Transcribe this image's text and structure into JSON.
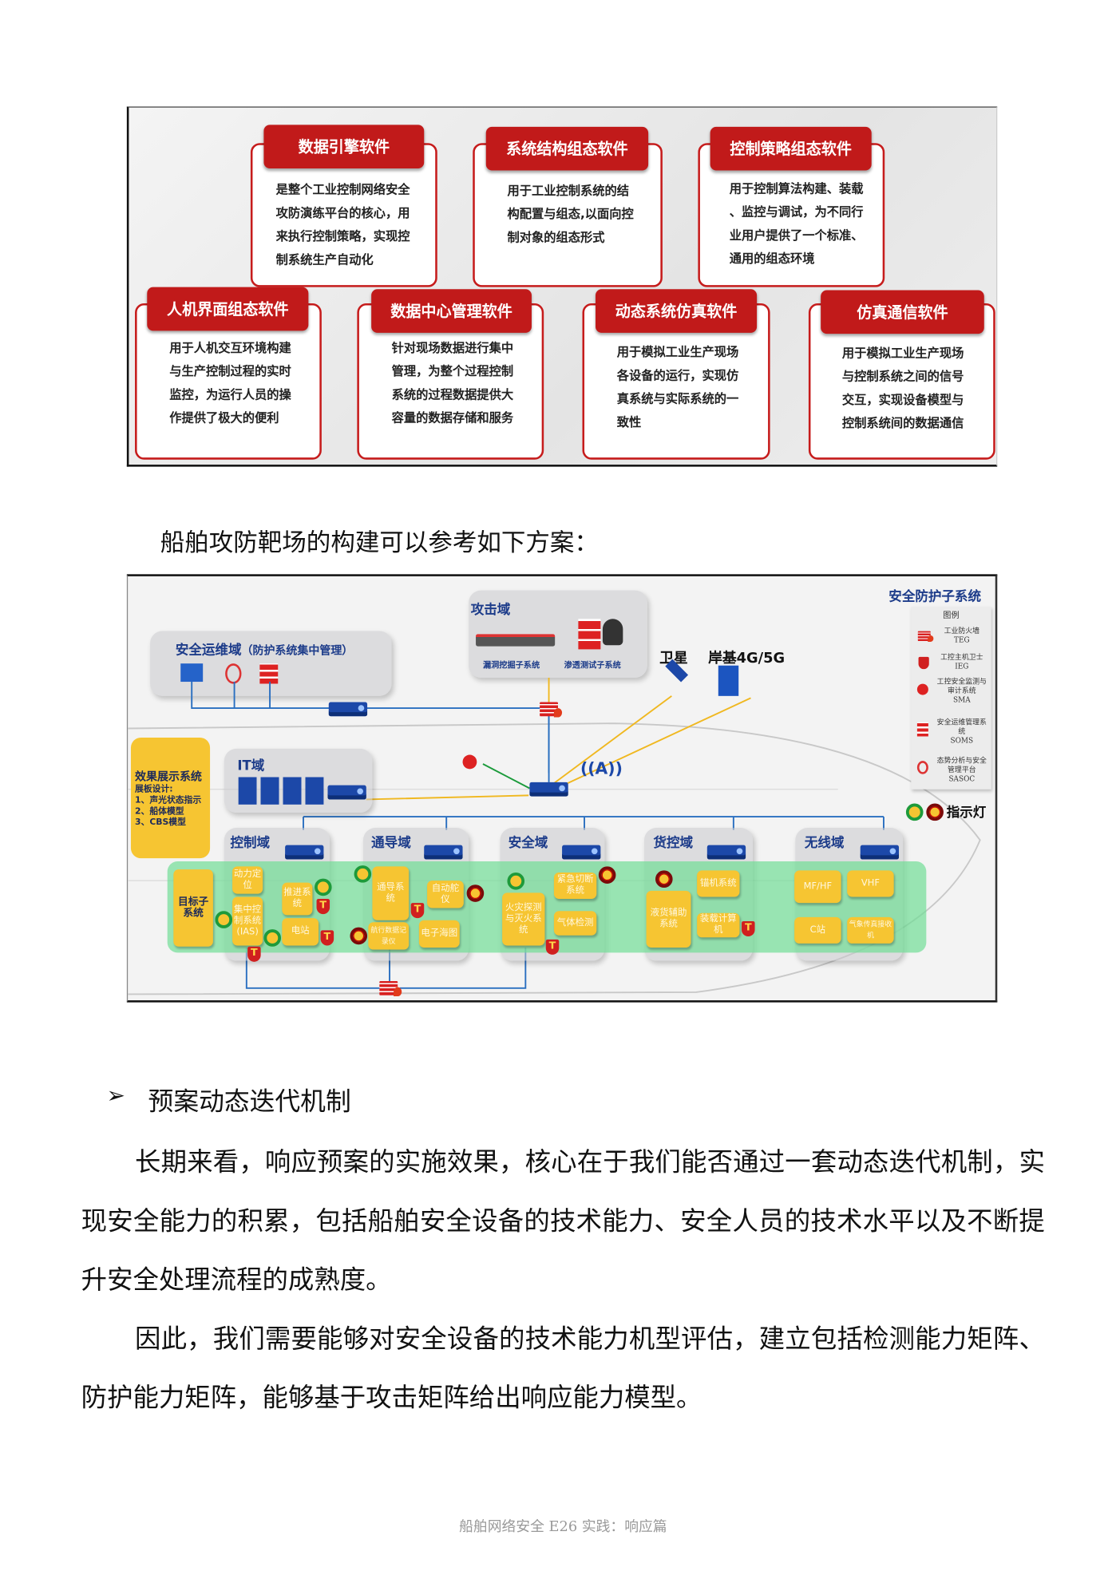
{
  "software_diagram": {
    "cards": [
      {
        "title": "数据引擎软件",
        "lines": [
          "是整个工业控制网络安全",
          "攻防演练平台的核心，用",
          "来执行控制策略，实现控",
          "制系统生产自动化"
        ]
      },
      {
        "title": "系统结构组态软件",
        "lines": [
          "用于工业控制系统的结",
          "构配置与组态,以面向控",
          "制对象的组态形式"
        ]
      },
      {
        "title": "控制策略组态软件",
        "lines": [
          "用于控制算法构建、装载",
          "、监控与调试，为不同行",
          "业用户提供了一个标准、",
          "通用的组态环境"
        ]
      },
      {
        "title": "人机界面组态软件",
        "lines": [
          "用于人机交互环境构建",
          "与生产控制过程的实时",
          "监控，为运行人员的操",
          "作提供了极大的便利"
        ]
      },
      {
        "title": "数据中心管理软件",
        "lines": [
          "针对现场数据进行集中",
          "管理，为整个过程控制",
          "系统的过程数据提供大",
          "容量的数据存储和服务"
        ]
      },
      {
        "title": "动态系统仿真软件",
        "lines": [
          "用于模拟工业生产现场",
          "各设备的运行，实现仿",
          "真系统与实际系统的一",
          "致性"
        ]
      },
      {
        "title": "仿真通信软件",
        "lines": [
          "用于模拟工业生产现场",
          "与控制系统之间的信号",
          "交互，实现设备模型与",
          "控制系统间的数据通信"
        ]
      }
    ],
    "accent_color": "#c11a1a"
  },
  "caption": "船舶攻防靶场的构建可以参考如下方案：",
  "range_diagram": {
    "ops_domain": {
      "title": "安全运维域",
      "subtitle": "（防护系统集中管理）"
    },
    "attack_domain": {
      "title": "攻击域",
      "items": [
        "漏洞挖掘子系统",
        "渗透测试子系统"
      ]
    },
    "satellite": "卫星",
    "shore": "岸基4G/5G",
    "it_domain": "IT域",
    "display_system": {
      "title": "效果展示系统",
      "lines": [
        "展板设计:",
        "1、声光状态指示",
        "2、船体模型",
        "3、CBS模型"
      ]
    },
    "target_subsystem": "目标子系统",
    "domains": [
      {
        "title": "控制域",
        "boxes": [
          "动力定位",
          "集中控制系统(IAS)",
          "推进系统",
          "电站"
        ]
      },
      {
        "title": "通导域",
        "boxes": [
          "通导系统",
          "自动舵仪",
          "航行数据记录仪",
          "电子海图"
        ]
      },
      {
        "title": "安全域",
        "boxes": [
          "紧急切断系统",
          "火灾探测与灭火系统",
          "气体检测"
        ]
      },
      {
        "title": "货控域",
        "boxes": [
          "液货辅助系统",
          "锚机系统",
          "装载计算机"
        ]
      },
      {
        "title": "无线域",
        "boxes": [
          "MF/HF",
          "VHF",
          "C站",
          "气象传真接收机"
        ]
      }
    ],
    "protection": {
      "title": "安全防护子系统",
      "legend_title": "图例",
      "legend": [
        {
          "name": "工业防火墙",
          "abbr": "TEG",
          "icon": "firewall-icon"
        },
        {
          "name": "工控主机卫士",
          "abbr": "IEG",
          "icon": "shield-icon"
        },
        {
          "name": "工控安全监测与审计系统",
          "abbr": "SMA",
          "icon": "magnifier-icon"
        },
        {
          "name": "安全运维管理系统",
          "abbr": "SOMS",
          "icon": "server-icon"
        },
        {
          "name": "态势分析与安全管理平台",
          "abbr": "SASOC",
          "icon": "globe-icon"
        }
      ],
      "indicator": "指示灯",
      "shield_letter": "T"
    }
  },
  "section": {
    "bullet": "➢",
    "heading": "预案动态迭代机制",
    "p1": [
      "长期来看，响应预案的实施效果，核心在于我们能否通过一套动态迭代机制，实",
      "现安全能力的积累，包括船舶安全设备的技术能力、安全人员的技术水平以及不断提",
      "升安全处理流程的成熟度。"
    ],
    "p2": [
      "因此，我们需要能够对安全设备的技术能力机型评估，建立包括检测能力矩阵、",
      "防护能力矩阵，能够基于攻击矩阵给出响应能力模型。"
    ]
  },
  "footer": "船舶网络安全 E26 实践：响应篇"
}
